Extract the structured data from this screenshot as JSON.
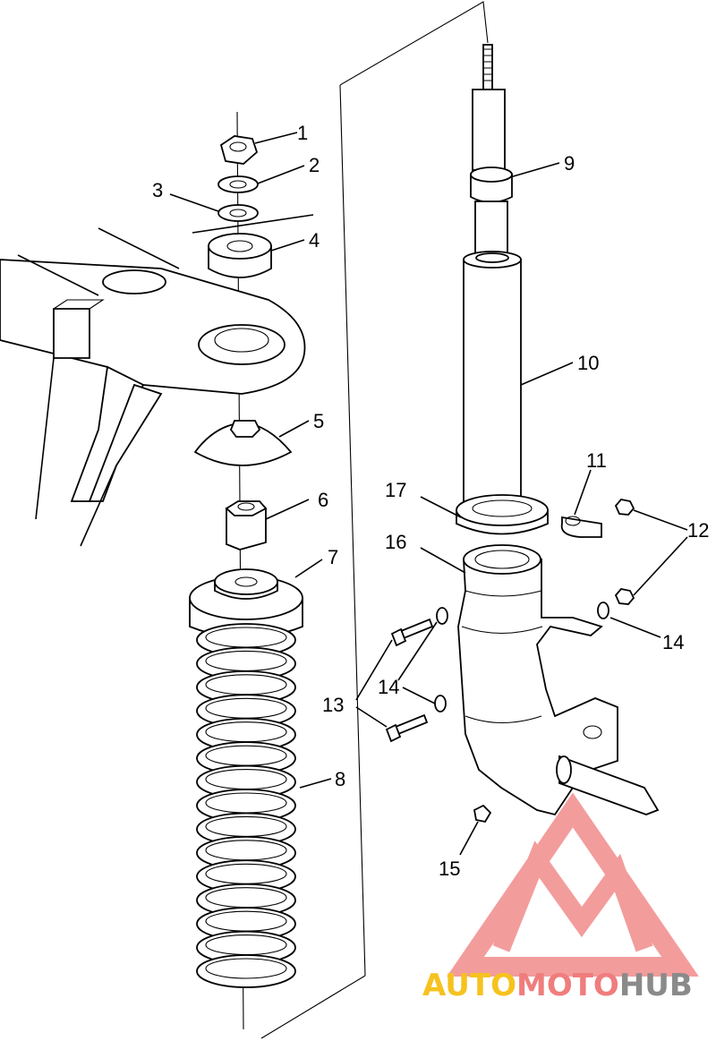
{
  "diagram": {
    "callouts": [
      {
        "id": "c1",
        "label": "1"
      },
      {
        "id": "c2",
        "label": "2"
      },
      {
        "id": "c3",
        "label": "3"
      },
      {
        "id": "c4",
        "label": "4"
      },
      {
        "id": "c5",
        "label": "5"
      },
      {
        "id": "c6",
        "label": "6"
      },
      {
        "id": "c7",
        "label": "7"
      },
      {
        "id": "c8",
        "label": "8"
      },
      {
        "id": "c9",
        "label": "9"
      },
      {
        "id": "c10",
        "label": "10"
      },
      {
        "id": "c11",
        "label": "11"
      },
      {
        "id": "c12",
        "label": "12"
      },
      {
        "id": "c13",
        "label": "13"
      },
      {
        "id": "c14a",
        "label": "14"
      },
      {
        "id": "c14b",
        "label": "14"
      },
      {
        "id": "c15",
        "label": "15"
      },
      {
        "id": "c16",
        "label": "16"
      },
      {
        "id": "c17",
        "label": "17"
      }
    ]
  },
  "watermark": {
    "part1": "AUTO",
    "part2": "MOTO",
    "part3": "HUB",
    "colors": {
      "auto": "#f6c21f",
      "moto": "#f07d7d",
      "hub": "#8a8a8a",
      "logo": "#f28b8b"
    }
  }
}
